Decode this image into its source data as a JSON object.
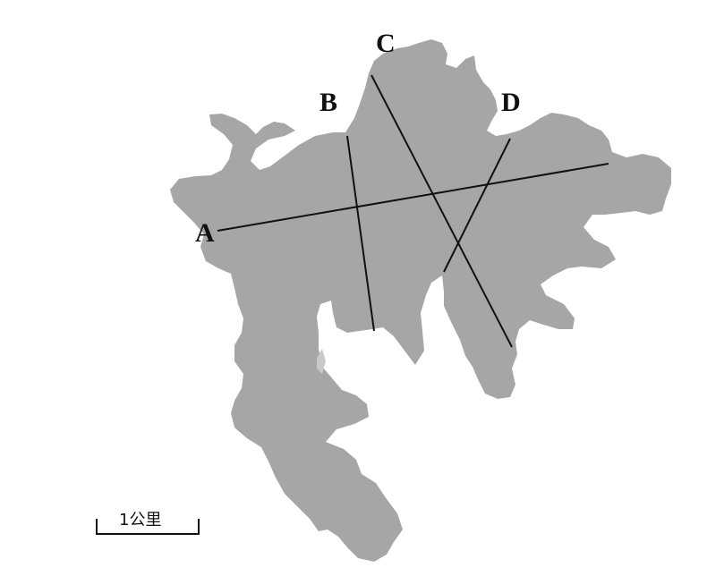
{
  "map": {
    "land_color": "#a6a6a6",
    "line_color": "#111111",
    "transect_lines": [
      {
        "label": "A"
      },
      {
        "label": "B"
      },
      {
        "label": "C"
      },
      {
        "label": "D"
      }
    ],
    "scale_bar": {
      "label": "1公里"
    }
  }
}
